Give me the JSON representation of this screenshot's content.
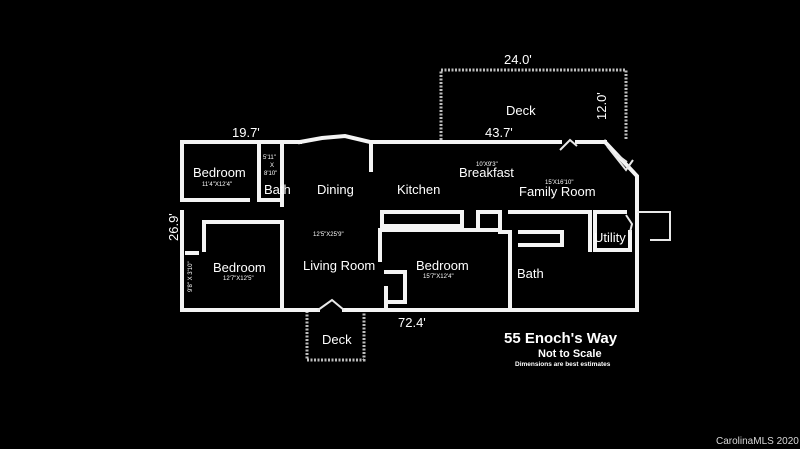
{
  "dimensions": {
    "deck_top_width": "24.0'",
    "deck_top_depth": "12.0'",
    "left_top_width": "19.7'",
    "right_top_width": "43.7'",
    "house_depth": "26.9'",
    "house_length": "72.4'"
  },
  "rooms": {
    "deck_top": "Deck",
    "deck_bottom": "Deck",
    "bedroom_1": "Bedroom",
    "bedroom_1_size": "11'4\"X12'4\"",
    "bath_1": "Bath",
    "bath_1_size_a": "5'11\"",
    "bath_1_size_b": "X",
    "bath_1_size_c": "8'10\"",
    "dining": "Dining",
    "kitchen": "Kitchen",
    "breakfast": "Breakfast",
    "breakfast_size": "10'X9'3\"",
    "family_room": "Family Room",
    "family_room_size": "15'X16'10\"",
    "bedroom_2": "Bedroom",
    "bedroom_2_size": "12'7\"X12'5\"",
    "closet_size": "9'8\" X 3'10\"",
    "living_room": "Living Room",
    "living_room_size": "12'5\"X25'9\"",
    "bedroom_3": "Bedroom",
    "bedroom_3_size": "15'7\"X12'4\"",
    "bath_2": "Bath",
    "utility": "Utility"
  },
  "legend": {
    "address": "55 Enoch's Way",
    "scale_note": "Not to Scale",
    "disclaimer": "Dimensions are best estimates"
  },
  "credit": "CarolinaMLS 2020"
}
